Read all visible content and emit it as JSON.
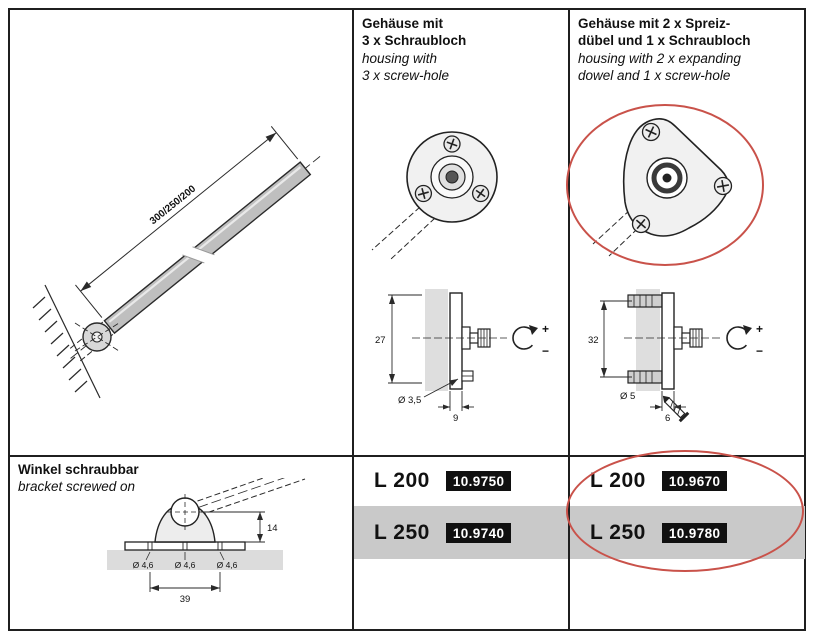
{
  "page": {
    "border_color": "#1f1f1f",
    "row_gray": "#c9c9c9",
    "highlight_red": "#c9524a"
  },
  "headers": {
    "middle": {
      "de1": "Gehäuse mit",
      "de2": "3 x Schraubloch",
      "en1": "housing with",
      "en2": "3 x screw-hole"
    },
    "right": {
      "de1": "Gehäuse mit 2 x Spreiz-",
      "de2": "dübel und 1 x Schraubloch",
      "en1": "housing with 2 x expanding",
      "en2": "dowel and 1 x screw-hole"
    }
  },
  "left_section": {
    "rod_length_label": "300/250/200",
    "bracket": {
      "title_de": "Winkel schraubbar",
      "title_en": "bracket screwed on",
      "dim_height": "14",
      "dim_hole_1": "Ø 4,6",
      "dim_hole_2": "Ø 4,6",
      "dim_hole_3": "Ø 4,6",
      "dim_width": "39"
    }
  },
  "middle_section": {
    "side_view": {
      "dim_height": "27",
      "dim_hole": "Ø 3,5",
      "dim_depth": "9",
      "plus": "+",
      "minus": "−"
    }
  },
  "right_section": {
    "side_view": {
      "dim_height": "32",
      "dim_hole": "Ø 5",
      "dim_depth": "6",
      "plus": "+",
      "minus": "−"
    }
  },
  "products": {
    "middle": [
      {
        "length": "L 200",
        "code": "10.9750"
      },
      {
        "length": "L 250",
        "code": "10.9740"
      }
    ],
    "right": [
      {
        "length": "L 200",
        "code": "10.9670"
      },
      {
        "length": "L 250",
        "code": "10.9780"
      }
    ]
  }
}
